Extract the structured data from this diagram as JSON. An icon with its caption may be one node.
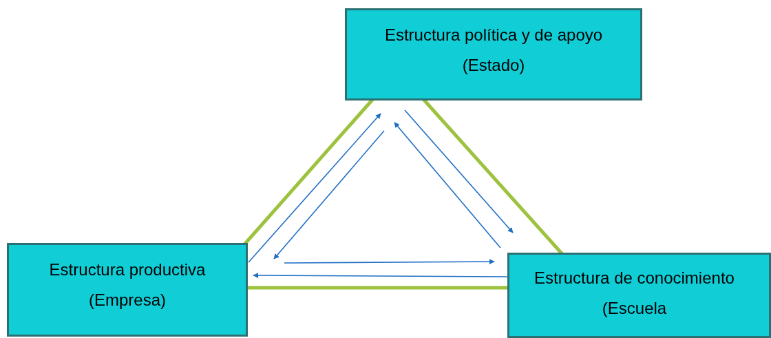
{
  "diagram": {
    "nodes": [
      {
        "text": [
          "Estructura política y de apoyo (Estado)"
        ]
      },
      {
        "text": [
          "Estructura productiva (Empresa)"
        ]
      },
      {
        "text": [
          "Estructura de conocimiento (Escuela"
        ]
      }
    ],
    "edges": [
      {
        "from": 1,
        "to": 0,
        "arrow": "to"
      },
      {
        "from": 0,
        "to": 1,
        "arrow": "to"
      },
      {
        "from": 0,
        "to": 2,
        "arrow": "to"
      },
      {
        "from": 2,
        "to": 0,
        "arrow": "to"
      },
      {
        "from": 1,
        "to": 2,
        "arrow": "to"
      },
      {
        "from": 2,
        "to": 1,
        "arrow": "to"
      }
    ]
  }
}
